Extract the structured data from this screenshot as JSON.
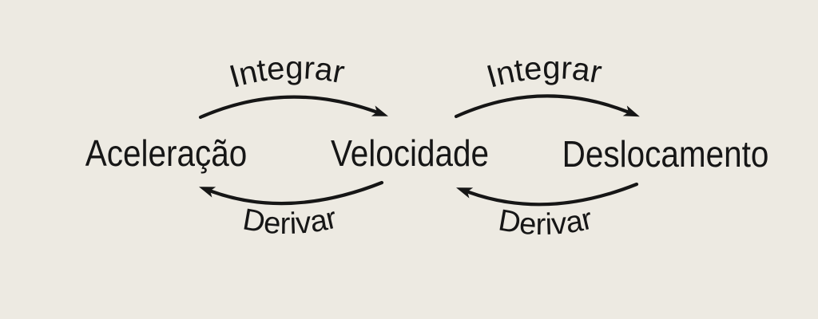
{
  "canvas": {
    "background_color": "#EDEAE2",
    "ink_color": "#161616"
  },
  "nodes": [
    {
      "id": "aceleracao",
      "label": "Aceleração"
    },
    {
      "id": "velocidade",
      "label": "Velocidade"
    },
    {
      "id": "deslocamento",
      "label": "Deslocamento"
    }
  ],
  "edges": [
    {
      "id": "integrar-left",
      "label": "Integrar",
      "from": "aceleracao",
      "to": "velocidade",
      "direction": "right"
    },
    {
      "id": "integrar-right",
      "label": "Integrar",
      "from": "velocidade",
      "to": "deslocamento",
      "direction": "right"
    },
    {
      "id": "derivar-left",
      "label": "Derivar",
      "from": "velocidade",
      "to": "aceleracao",
      "direction": "left"
    },
    {
      "id": "derivar-right",
      "label": "Derivar",
      "from": "deslocamento",
      "to": "velocidade",
      "direction": "left"
    }
  ]
}
